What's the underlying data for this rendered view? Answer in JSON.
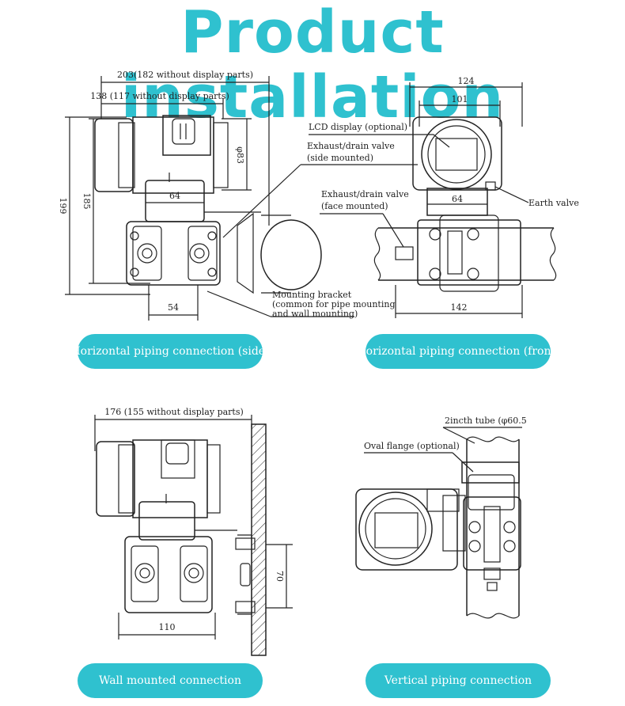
{
  "page": {
    "title": "Product installation"
  },
  "panels": {
    "side": {
      "label": "Horizontal piping connection (side)",
      "dim_width_total": "203(182 without display parts)",
      "dim_width_inner": "138 (117 without display parts)",
      "dim_height_total": "199",
      "dim_height_body": "185",
      "dim_display": "φ83",
      "dim_neck": "64",
      "dim_flange": "54",
      "callout_bracket_1": "Mounting bracket",
      "callout_bracket_2": "(common for pipe mounting",
      "callout_bracket_3": "and wall mounting)"
    },
    "front": {
      "label": "Horizontal piping connection (front)",
      "dim_outer": "124",
      "dim_inner": "101",
      "dim_neck": "64",
      "dim_base": "142",
      "callout_lcd": "LCD display (optional)",
      "callout_side_valve_1": "Exhaust/drain valve",
      "callout_side_valve_2": "(side mounted)",
      "callout_face_valve_1": "Exhaust/drain valve",
      "callout_face_valve_2": "(face mounted)",
      "callout_earth": "Earth valve"
    },
    "wall": {
      "label": "Wall mounted connection",
      "dim_width": "176 (155 without display parts)",
      "dim_bracket": "70",
      "dim_base": "110"
    },
    "vertical": {
      "label": "Vertical piping connection",
      "callout_tube": "2incth tube (φ60.5",
      "callout_flange": "Oval flange (optional)"
    }
  },
  "colors": {
    "accent": "#2fc1cf",
    "line": "#222222"
  }
}
